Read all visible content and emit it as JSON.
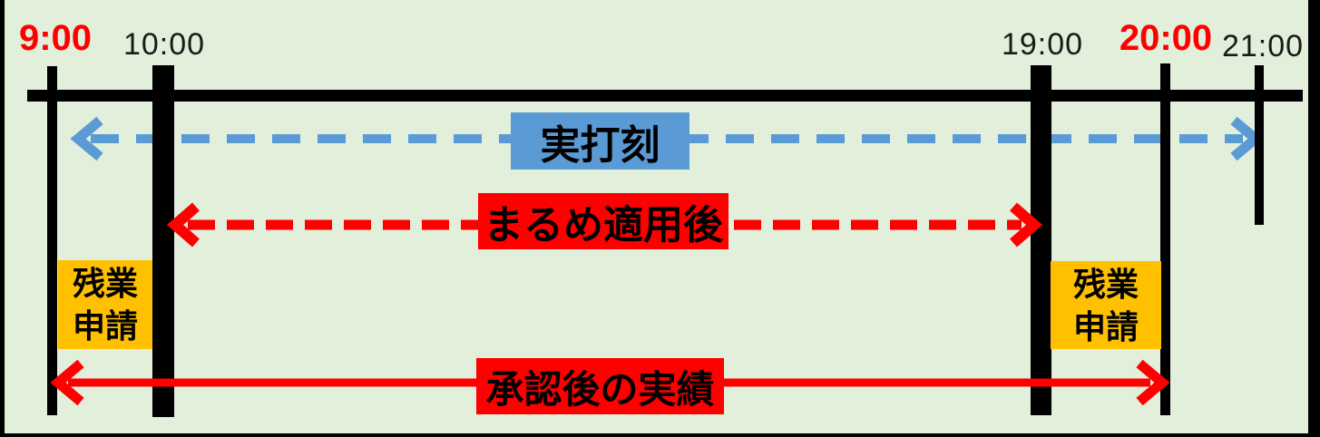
{
  "colors": {
    "background": "#e2efda",
    "frame": "#000000",
    "blue": "#5b9bd5",
    "red": "#ff0000",
    "orange": "#ffc000",
    "text": "#000000",
    "tick_text": "#1a1a1a"
  },
  "timeline": {
    "ticks": [
      {
        "label": "9:00",
        "emphasized": true
      },
      {
        "label": "10:00",
        "emphasized": false
      },
      {
        "label": "19:00",
        "emphasized": false
      },
      {
        "label": "20:00",
        "emphasized": true
      },
      {
        "label": "21:00",
        "emphasized": false
      }
    ]
  },
  "arrows": {
    "actual_punch": {
      "label": "実打刻",
      "style": "dashed",
      "color": "#5b9bd5",
      "from": "9:00 (before)",
      "to": "21:00"
    },
    "after_rounding": {
      "label": "まるめ適用後",
      "style": "dashed",
      "color": "#ff0000",
      "from": "10:00",
      "to": "19:00"
    },
    "approved_actual": {
      "label": "承認後の実績",
      "style": "solid",
      "color": "#ff0000",
      "from": "9:00",
      "to": "20:00"
    }
  },
  "overtime_request": {
    "line1": "残業",
    "line2": "申請"
  }
}
